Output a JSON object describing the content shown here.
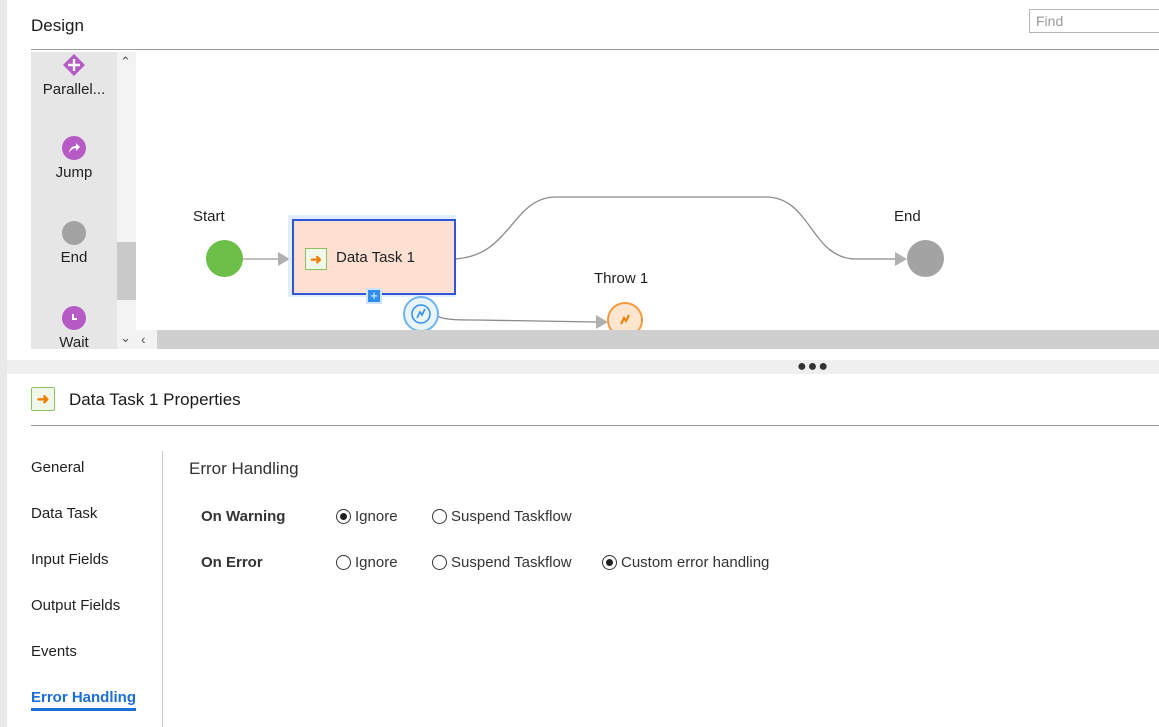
{
  "design": {
    "title": "Design",
    "find_placeholder": "Find",
    "palette": [
      {
        "label": "Parallel...",
        "icon": "parallel-icon"
      },
      {
        "label": "Jump",
        "icon": "jump-icon"
      },
      {
        "label": "End",
        "icon": "end-icon"
      },
      {
        "label": "Wait",
        "icon": "wait-icon"
      }
    ],
    "canvas": {
      "start_label": "Start",
      "task_label": "Data Task 1",
      "throw_label": "Throw 1",
      "end_label": "End"
    }
  },
  "properties": {
    "title": "Data Task 1 Properties",
    "nav": [
      "General",
      "Data Task",
      "Input Fields",
      "Output Fields",
      "Events",
      "Error Handling"
    ],
    "active_nav": "Error Handling",
    "section_title": "Error Handling",
    "on_warning": {
      "label": "On Warning",
      "options": [
        "Ignore",
        "Suspend Taskflow"
      ],
      "selected": "Ignore"
    },
    "on_error": {
      "label": "On Error",
      "options": [
        "Ignore",
        "Suspend Taskflow",
        "Custom error handling"
      ],
      "selected": "Custom error handling"
    }
  },
  "colors": {
    "accent": "#1b6ed6",
    "start_node": "#6cc04a",
    "end_node": "#a3a3a3",
    "task_fill": "#fde0d2",
    "task_border": "#2e56d6",
    "throw": "#f39a3c",
    "palette_icon": "#b65ac6"
  }
}
